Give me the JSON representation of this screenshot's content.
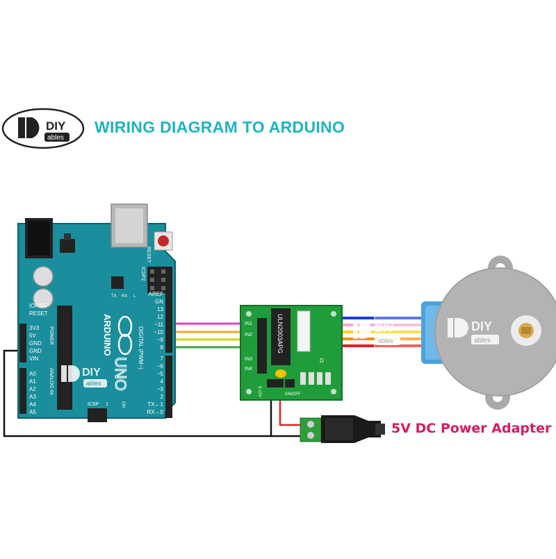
{
  "header": {
    "logo_top": "DIY",
    "logo_bottom": "ables",
    "title": "WIRING DIAGRAM TO ARDUINO"
  },
  "arduino": {
    "reset_label": "RESET",
    "icsp2_label": "ICSP2",
    "tx_label": "TX",
    "rx_label": "RX",
    "l_label": "L",
    "brand_text": "ARDUINO",
    "uno_text": "UNO",
    "digital_label": "DIGITAL (PWM~)",
    "power_label": "POWER",
    "analog_label": "ANALOG IN",
    "icsp_label": "ICSP",
    "icsp_pin1": "1",
    "on_label": "ON",
    "power_pins": [
      "IOREF",
      "RESET",
      "3V3",
      "5V",
      "GND",
      "GND",
      "VIN"
    ],
    "analog_pins": [
      "A0",
      "A1",
      "A2",
      "A3",
      "A4",
      "A5"
    ],
    "digital_pins_top": [
      "AREF",
      "GN",
      "13",
      "12",
      "~11",
      "~10",
      "~9",
      "8"
    ],
    "digital_pins_bottom": [
      "7",
      "~6",
      "~5",
      "4",
      "~3",
      "2",
      "TX←1",
      "RX→0"
    ],
    "logo_top": "DIY",
    "logo_bottom": "ables"
  },
  "driver": {
    "chip_label": "ULN2003APG",
    "inputs": [
      "IN1",
      "IN2",
      "IN3",
      "IN4"
    ],
    "voltage_label": "5-12V",
    "switch_label": "ON/OFF",
    "corner_label": "D"
  },
  "motor": {
    "logo_top": "DIY",
    "logo_bottom": "ables"
  },
  "wires": {
    "pin11": "#e040c8",
    "pin10": "#f5a623",
    "pin9": "#d4d400",
    "pin8": "#3fa33f",
    "blue": "#1a3fd6",
    "pink": "#f4a6d7",
    "yellow": "#ffd200",
    "orange": "#ff8c00",
    "red": "#e02020",
    "ground": "#111111"
  },
  "power_adapter": {
    "label": "5V DC Power Adapter"
  }
}
